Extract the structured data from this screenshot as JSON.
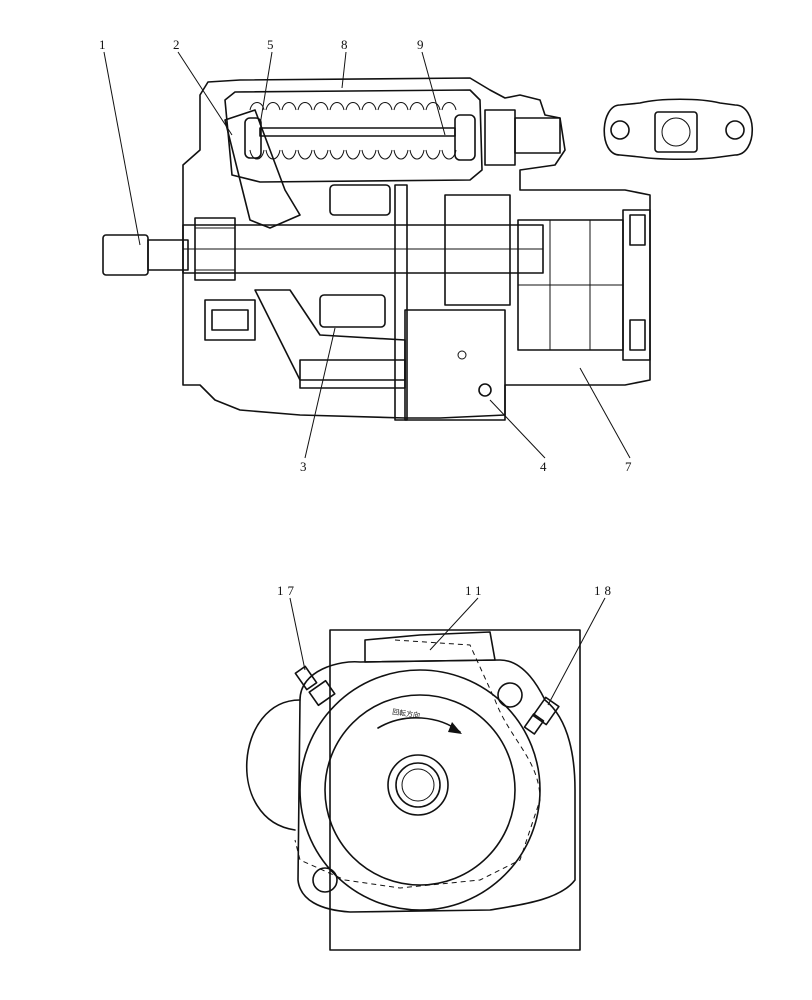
{
  "top_view": {
    "callouts": [
      {
        "id": "c1",
        "text": "1"
      },
      {
        "id": "c2",
        "text": "2"
      },
      {
        "id": "c5",
        "text": "5"
      },
      {
        "id": "c8",
        "text": "8"
      },
      {
        "id": "c9",
        "text": "9"
      },
      {
        "id": "c3",
        "text": "3"
      },
      {
        "id": "c4",
        "text": "4"
      },
      {
        "id": "c7",
        "text": "7"
      }
    ]
  },
  "bottom_view": {
    "callouts": [
      {
        "id": "c17",
        "text": "17"
      },
      {
        "id": "c11",
        "text": "11"
      },
      {
        "id": "c18",
        "text": "18"
      }
    ],
    "rotation_label": "回転方向"
  }
}
